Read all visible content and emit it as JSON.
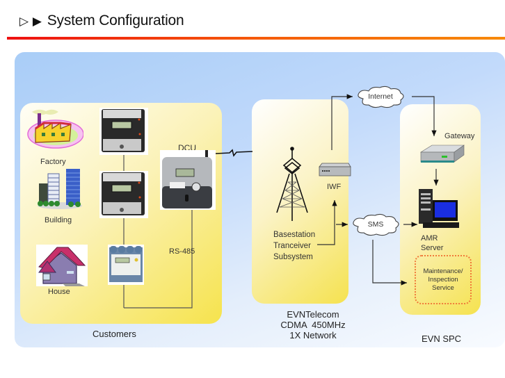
{
  "header": {
    "bullet_outline": "▷",
    "bullet_solid": "▶",
    "title": "System Configuration"
  },
  "colors": {
    "rule_start": "#ee1111",
    "rule_end": "#f78a0a",
    "zone_yellow": "#f5e24f",
    "background_blue": "#a9cdf7",
    "maintenance_border": "#f07a3a"
  },
  "customers": {
    "group_label": "Customers",
    "sites": [
      {
        "label": "Factory",
        "icon": "factory-icon"
      },
      {
        "label": "Building",
        "icon": "building-icon"
      },
      {
        "label": "House",
        "icon": "house-icon"
      }
    ],
    "meters": [
      {
        "icon": "electric-meter-icon"
      },
      {
        "icon": "electric-meter-icon"
      },
      {
        "icon": "din-rail-meter-icon"
      }
    ],
    "dcu_label": "DCU",
    "bus_label": "RS-485"
  },
  "network": {
    "group_label_lines": [
      "EVNTelecom",
      "CDMA  450MHz",
      "1X Network"
    ],
    "bts_label_lines": [
      "Basestation",
      "Tranceiver",
      "Subsystem"
    ],
    "iwf_label": "IWF",
    "internet_label": "Internet",
    "sms_label": "SMS"
  },
  "evn": {
    "group_label": "EVN SPC",
    "gateway_label": "Gateway",
    "server_label_lines": [
      "AMR",
      "Server"
    ],
    "maintenance_lines": [
      "Maintenance/",
      "Inspection",
      "Service"
    ]
  }
}
